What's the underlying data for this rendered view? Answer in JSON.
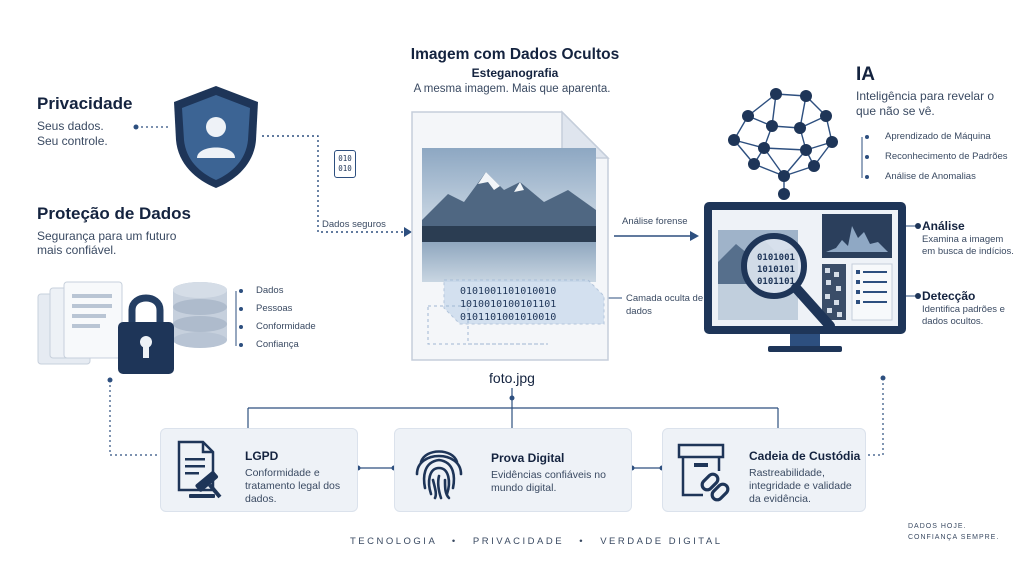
{
  "center": {
    "title": "Imagem com Dados Ocultos",
    "subtitle": "Esteganografia",
    "tagline": "A mesma imagem. Mais que aparenta.",
    "filename": "foto.jpg",
    "binary_lines": [
      "0101001101010010",
      "1010010100101101",
      "0101101001010010"
    ],
    "hidden_layer_label": "Camada oculta de dados"
  },
  "left": {
    "privacy_title": "Privacidade",
    "privacy_desc": "Seus dados. Seu controle.",
    "binary_badge": [
      "010",
      "010"
    ],
    "safe_data_label": "Dados seguros",
    "protection_title": "Proteção de Dados",
    "protection_desc": "Segurança para um futuro mais confiável.",
    "protection_items": [
      "Dados",
      "Pessoas",
      "Conformidade",
      "Confiança"
    ]
  },
  "right": {
    "ai_title": "IA",
    "ai_desc": "Inteligência para revelar o que não se vê.",
    "ai_items": [
      "Aprendizado de Máquina",
      "Reconhecimento de Padrões",
      "Análise de Anomalias"
    ],
    "forensic_label": "Análise forense",
    "monitor_binary": [
      "0101001",
      "1010101",
      "0101101"
    ],
    "analysis_title": "Análise",
    "analysis_desc": "Examina a imagem em busca de indícios.",
    "detection_title": "Detecção",
    "detection_desc": "Identifica padrões e dados ocultos."
  },
  "cards": [
    {
      "title": "LGPD",
      "desc": "Conformidade e tratamento legal dos dados.",
      "icon": "legal-document-gavel-icon"
    },
    {
      "title": "Prova Digital",
      "desc": "Evidências confiáveis no mundo digital.",
      "icon": "fingerprint-icon"
    },
    {
      "title": "Cadeia de Custódia",
      "desc": "Rastreabilidade, integridade e validade da evidência.",
      "icon": "box-chain-icon"
    }
  ],
  "footer": {
    "items": [
      "TECNOLOGIA",
      "PRIVACIDADE",
      "VERDADE DIGITAL"
    ],
    "separator": "•",
    "corner_lines": [
      "DADOS HOJE.",
      "CONFIANÇA SEMPRE."
    ]
  },
  "colors": {
    "navy": "#1e3558",
    "accent": "#2d4f7f",
    "light": "#e8edf4"
  }
}
